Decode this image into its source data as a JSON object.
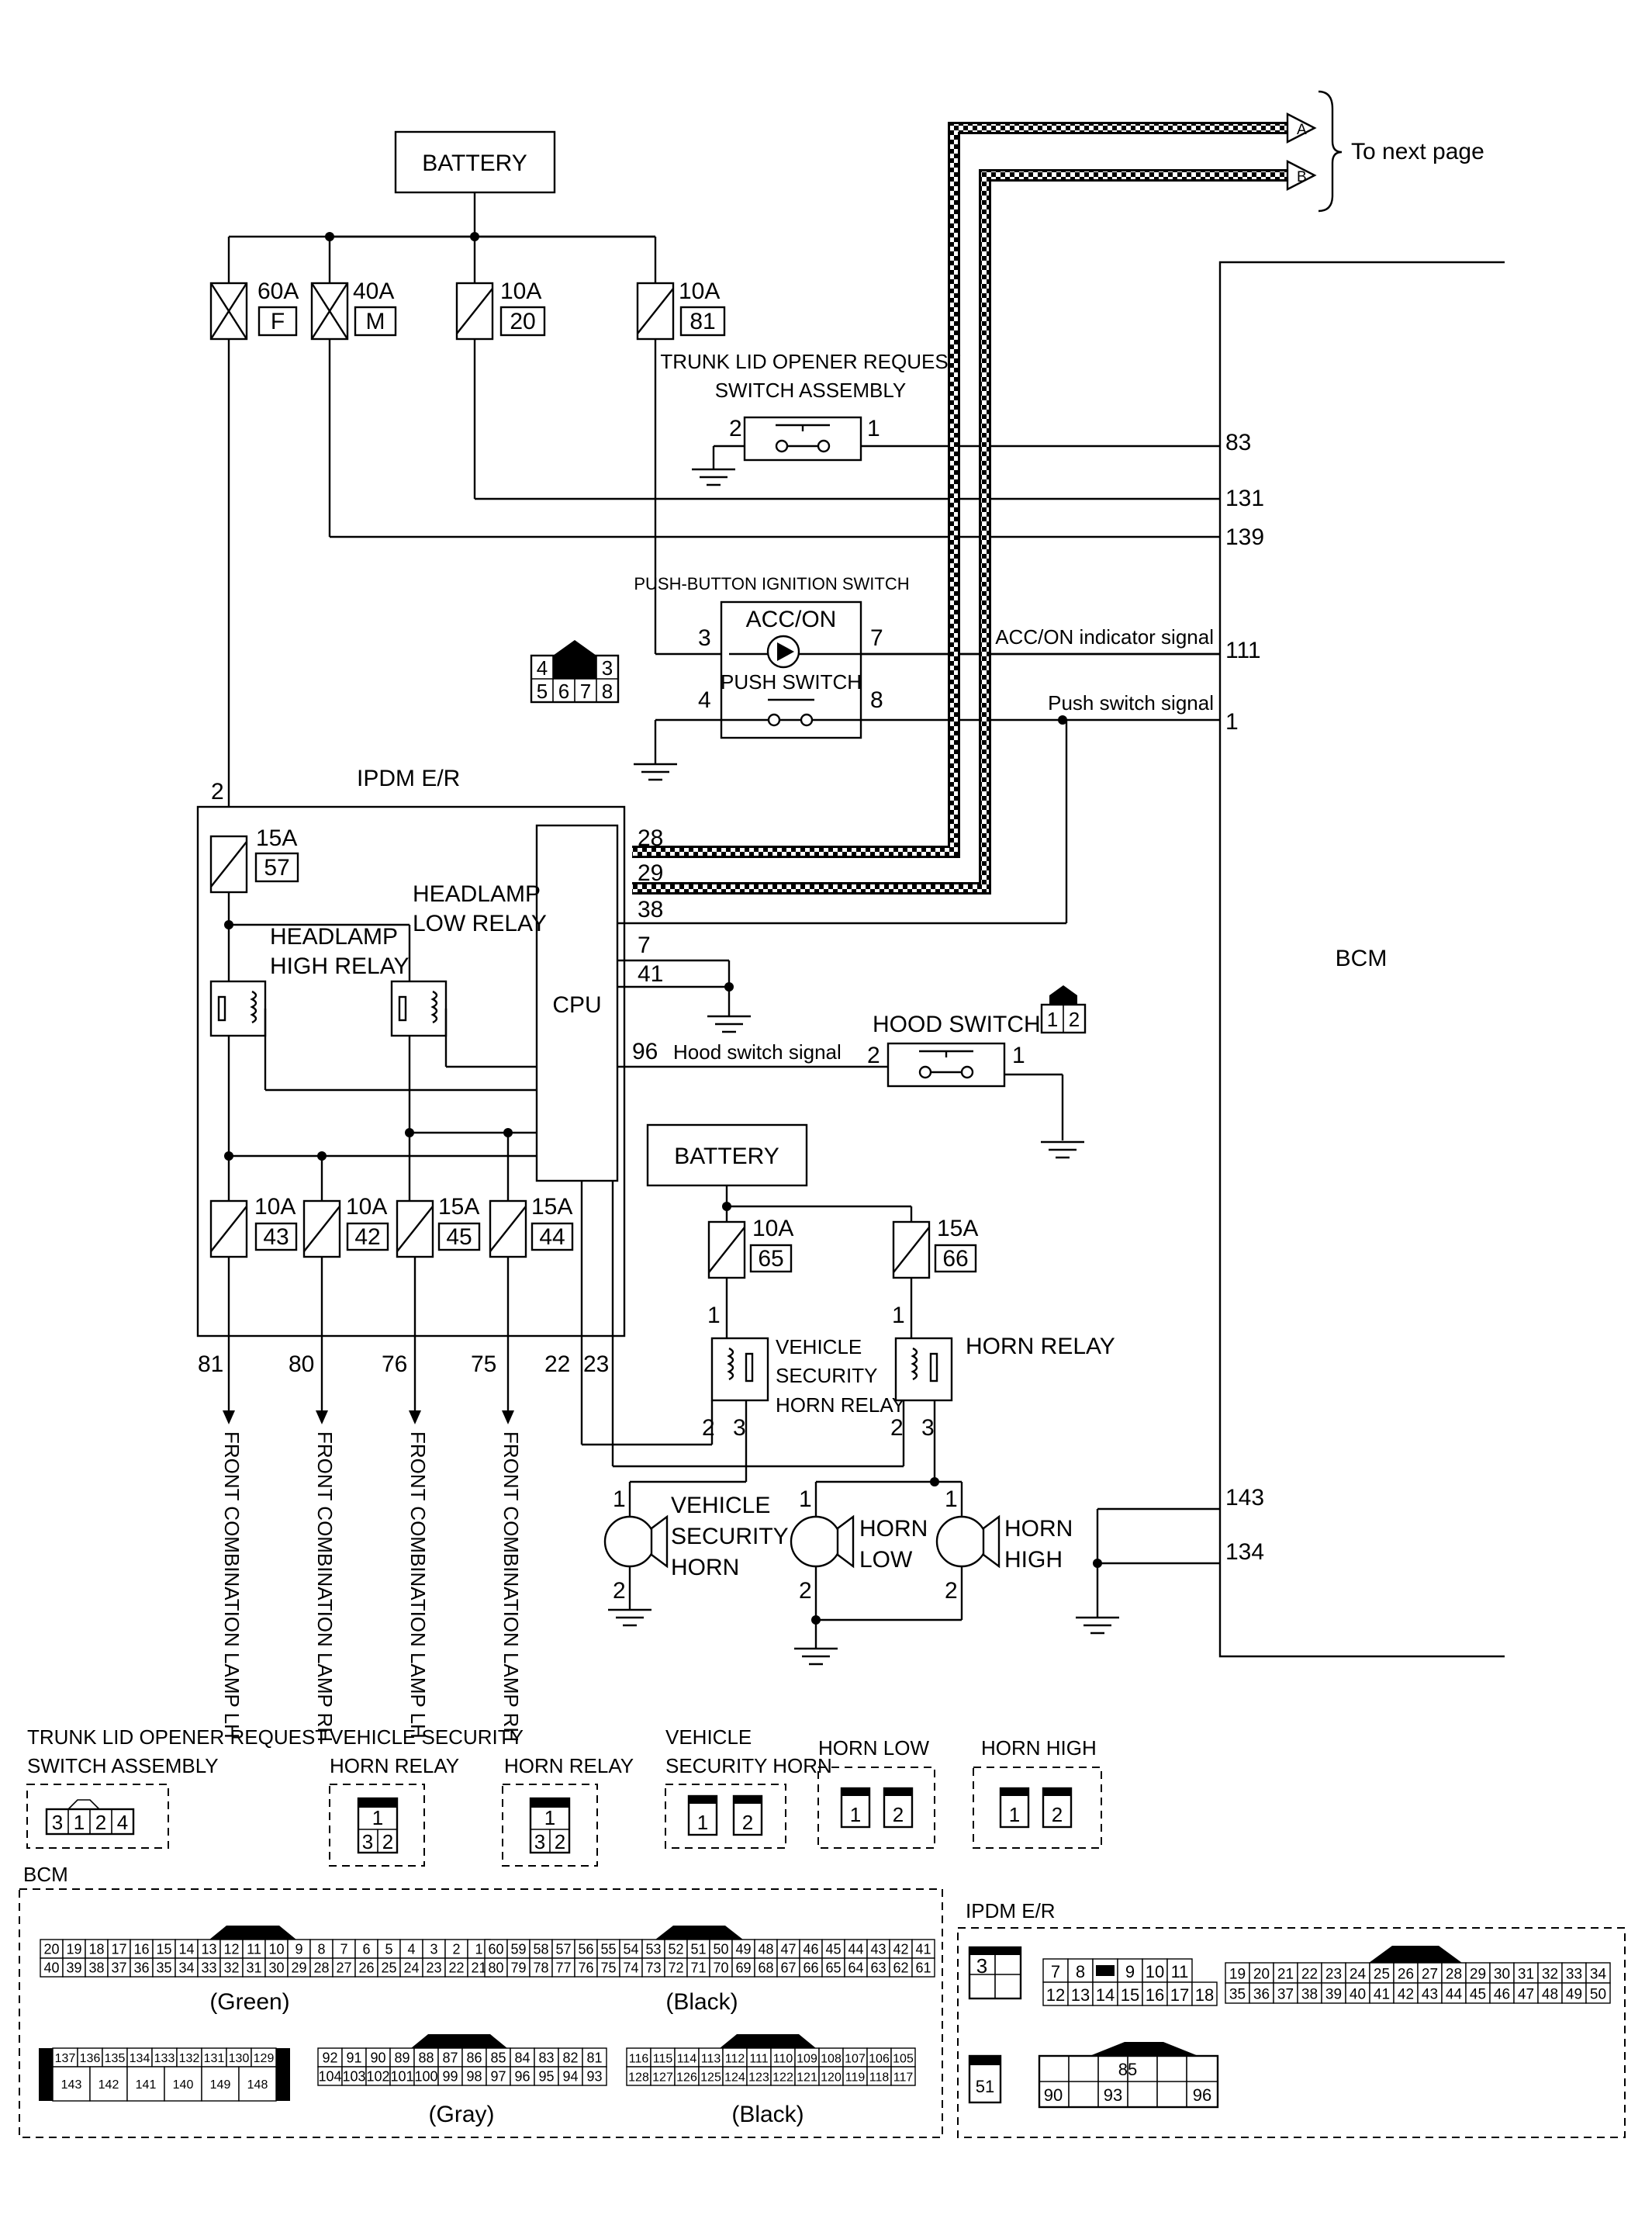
{
  "diagram": {
    "next_page": "To next page",
    "arrow_a": "A",
    "arrow_b": "B",
    "battery": "BATTERY",
    "fuses_top": [
      {
        "amp": "60A",
        "id": "F"
      },
      {
        "amp": "40A",
        "id": "M"
      },
      {
        "amp": "10A",
        "id": "20"
      },
      {
        "amp": "10A",
        "id": "81"
      }
    ],
    "trunk_switch": {
      "title1": "TRUNK LID OPENER REQUEST",
      "title2": "SWITCH ASSEMBLY",
      "pin_left": "2",
      "pin_right": "1"
    },
    "push_switch": {
      "title": "PUSH-BUTTON IGNITION SWITCH",
      "acc": "ACC/ON",
      "push": "PUSH SWITCH",
      "pins": [
        "3",
        "7",
        "4",
        "8"
      ],
      "connector": [
        "4",
        "3",
        "5",
        "6",
        "7",
        "8"
      ]
    },
    "bcm": {
      "label": "BCM",
      "pins": [
        "83",
        "131",
        "139",
        "111",
        "1",
        "143",
        "134"
      ],
      "sig_acc": "ACC/ON indicator signal",
      "sig_push": "Push switch signal"
    },
    "ipdm": {
      "label": "IPDM E/R",
      "in_pin": "2",
      "fuse_main": {
        "amp": "15A",
        "id": "57"
      },
      "hl_high": [
        "HEADLAMP",
        "HIGH RELAY"
      ],
      "hl_low": [
        "HEADLAMP",
        "LOW RELAY"
      ],
      "cpu": "CPU",
      "cpu_pins": [
        "28",
        "29",
        "38",
        "7",
        "41",
        "96"
      ],
      "hood_signal": "Hood switch signal",
      "fuses_bottom": [
        {
          "amp": "10A",
          "id": "43"
        },
        {
          "amp": "10A",
          "id": "42"
        },
        {
          "amp": "15A",
          "id": "45"
        },
        {
          "amp": "15A",
          "id": "44"
        }
      ],
      "out_pins": [
        "81",
        "80",
        "76",
        "75",
        "22",
        "23"
      ]
    },
    "hood_switch": {
      "label": "HOOD SWITCH",
      "pin_left": "2",
      "pin_right": "1",
      "connector": [
        "1",
        "2"
      ]
    },
    "battery2": "BATTERY",
    "fuse65": {
      "amp": "10A",
      "id": "65"
    },
    "fuse66": {
      "amp": "15A",
      "id": "66"
    },
    "vs_relay": {
      "label": [
        "VEHICLE",
        "SECURITY",
        "HORN RELAY"
      ],
      "pin_top": "1",
      "pin_a": "2",
      "pin_b": "3"
    },
    "horn_relay": {
      "label": "HORN RELAY",
      "pin_top": "1",
      "pin_a": "2",
      "pin_b": "3"
    },
    "vs_horn": {
      "label": [
        "VEHICLE",
        "SECURITY",
        "HORN"
      ],
      "pin_top": "1",
      "pin_bot": "2"
    },
    "horn_low": {
      "label": [
        "HORN",
        "LOW"
      ],
      "pin_top": "1",
      "pin_bot": "2"
    },
    "horn_high": {
      "label": [
        "HORN",
        "HIGH"
      ],
      "pin_top": "1",
      "pin_bot": "2"
    },
    "outputs": [
      "FRONT COMBINATION LAMP LH",
      "FRONT COMBINATION LAMP RH",
      "FRONT COMBINATION LAMP LH",
      "FRONT COMBINATION LAMP RH"
    ]
  },
  "connectors": {
    "trunk": {
      "title1": "TRUNK LID OPENER REQUEST",
      "title2": "SWITCH ASSEMBLY",
      "pins": [
        "3",
        "1",
        "2",
        "4"
      ]
    },
    "vs_relay": {
      "title1": "VEHICLE SECURITY",
      "title2": "HORN RELAY",
      "pins": [
        "1",
        "3",
        "2"
      ]
    },
    "horn_relay": {
      "title": "HORN RELAY",
      "pins": [
        "1",
        "3",
        "2"
      ]
    },
    "vs_horn": {
      "title1": "VEHICLE",
      "title2": "SECURITY HORN",
      "pins": [
        "1",
        "2"
      ]
    },
    "horn_low": {
      "title": "HORN LOW",
      "pins": [
        "1",
        "2"
      ]
    },
    "horn_high": {
      "title": "HORN HIGH",
      "pins": [
        "1",
        "2"
      ]
    },
    "bcm": {
      "title": "BCM",
      "green_top": [
        "20",
        "19",
        "18",
        "17",
        "16",
        "15",
        "14",
        "13",
        "12",
        "11",
        "10",
        "9",
        "8",
        "7",
        "6",
        "5",
        "4",
        "3",
        "2",
        "1"
      ],
      "green_bot": [
        "40",
        "39",
        "38",
        "37",
        "36",
        "35",
        "34",
        "33",
        "32",
        "31",
        "30",
        "29",
        "28",
        "27",
        "26",
        "25",
        "24",
        "23",
        "22",
        "21"
      ],
      "green_label": "(Green)",
      "black1_top": [
        "60",
        "59",
        "58",
        "57",
        "56",
        "55",
        "54",
        "53",
        "52",
        "51",
        "50",
        "49",
        "48",
        "47",
        "46",
        "45",
        "44",
        "43",
        "42",
        "41"
      ],
      "black1_bot": [
        "80",
        "79",
        "78",
        "77",
        "76",
        "75",
        "74",
        "73",
        "72",
        "71",
        "70",
        "69",
        "68",
        "67",
        "66",
        "65",
        "64",
        "63",
        "62",
        "61"
      ],
      "black1_label": "(Black)",
      "white_top": [
        "137",
        "136",
        "135",
        "134",
        "133",
        "132",
        "131",
        "130",
        "129"
      ],
      "white_bot": [
        "143",
        "142",
        "141",
        "140",
        "149",
        "148"
      ],
      "gray_top": [
        "92",
        "91",
        "90",
        "89",
        "88",
        "87",
        "86",
        "85",
        "84",
        "83",
        "82",
        "81"
      ],
      "gray_bot": [
        "104",
        "103",
        "102",
        "101",
        "100",
        "99",
        "98",
        "97",
        "96",
        "95",
        "94",
        "93"
      ],
      "gray_label": "(Gray)",
      "black2_top": [
        "116",
        "115",
        "114",
        "113",
        "112",
        "111",
        "110",
        "109",
        "108",
        "107",
        "106",
        "105"
      ],
      "black2_bot": [
        "128",
        "127",
        "126",
        "125",
        "124",
        "123",
        "122",
        "121",
        "120",
        "119",
        "118",
        "117"
      ],
      "black2_label": "(Black)"
    },
    "ipdm": {
      "title": "IPDM E/R",
      "c1": "3",
      "c2_top": [
        "7",
        "8",
        "",
        "9",
        "10",
        "11"
      ],
      "c2_bot": [
        "12",
        "13",
        "14",
        "15",
        "16",
        "17",
        "18"
      ],
      "c3_top": [
        "19",
        "20",
        "21",
        "22",
        "23",
        "24",
        "25",
        "26",
        "27",
        "28",
        "29",
        "30",
        "31",
        "32",
        "33",
        "34"
      ],
      "c3_bot": [
        "35",
        "36",
        "37",
        "38",
        "39",
        "40",
        "41",
        "42",
        "43",
        "44",
        "45",
        "46",
        "47",
        "48",
        "49",
        "50"
      ],
      "c4": "51",
      "c5": [
        "85",
        "90",
        "93",
        "96"
      ]
    }
  }
}
